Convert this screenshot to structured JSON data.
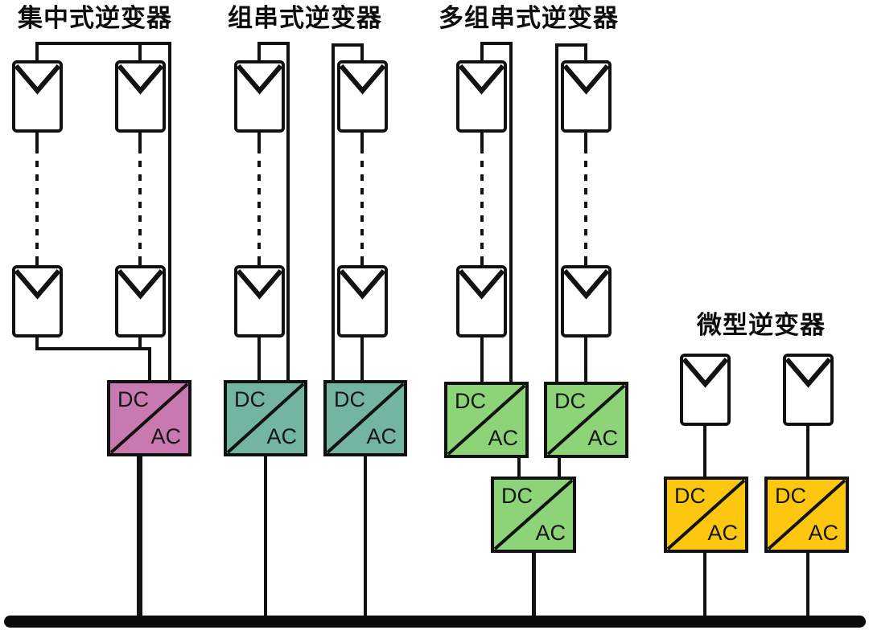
{
  "sections": [
    {
      "title": "集中式逆变器",
      "type": "centralized-inverter",
      "strings_shown": 2,
      "panels_shown": 4,
      "converters_shown": 1,
      "converter_color": "#c87ab0"
    },
    {
      "title": "组串式逆变器",
      "type": "string-inverter",
      "strings_shown": 2,
      "panels_shown": 4,
      "converters_shown": 2,
      "converter_color": "#74b5a2"
    },
    {
      "title": "多组串式逆变器",
      "type": "multi-string-inverter",
      "strings_shown": 2,
      "panels_shown": 4,
      "converters_shown": 3,
      "converter_color": "#8dd378"
    },
    {
      "title": "微型逆变器",
      "type": "micro-inverter",
      "strings_shown": 2,
      "panels_shown": 2,
      "converters_shown": 2,
      "converter_color": "#fdc70f"
    }
  ],
  "converter_labels": {
    "dc": "DC",
    "ac": "AC"
  },
  "colors": {
    "wire": "#111111",
    "bus_bar": "#0a0a0a",
    "panel_fill": "#ffffff",
    "panel_border": "#111111",
    "background": "#ffffff"
  }
}
